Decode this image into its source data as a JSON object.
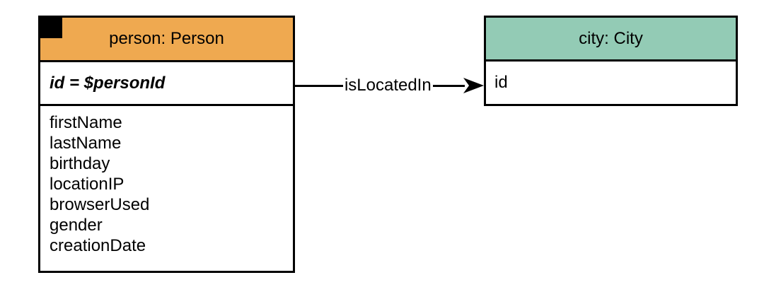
{
  "diagram": {
    "entities": {
      "person": {
        "title": "person: Person",
        "key": "id = $personId",
        "attributes": [
          "firstName",
          "lastName",
          "birthday",
          "locationIP",
          "browserUsed",
          "gender",
          "creationDate"
        ],
        "header_color": "#EFA950"
      },
      "city": {
        "title": "city: City",
        "attributes": [
          "id"
        ],
        "header_color": "#93CBB5"
      }
    },
    "relationship": {
      "label": "isLocatedIn"
    },
    "colors": {
      "border": "#000000",
      "background": "#FFFFFF",
      "marker": "#000000"
    }
  }
}
